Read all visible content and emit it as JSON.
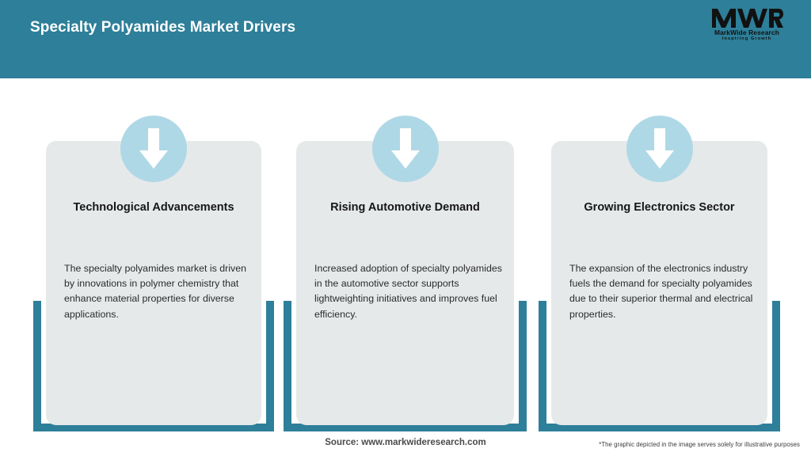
{
  "header": {
    "title": "Specialty Polyamides Market Drivers",
    "background_color": "#2E7F99",
    "title_color": "#FFFFFF"
  },
  "logo": {
    "mark": "MWR",
    "name": "MarkWide Research",
    "tagline": "Inspiring Growth"
  },
  "theme": {
    "accent_teal": "#2E7F99",
    "icon_circle_blue": "#AFD8E6",
    "card_gray": "#E6E9EA",
    "page_background": "#FFFFFF"
  },
  "cards": [
    {
      "icon": "arrow-down-icon",
      "title": "Technological Advancements",
      "description": "The specialty polyamides market is driven by innovations in polymer chemistry that enhance material properties for diverse applications."
    },
    {
      "icon": "arrow-down-icon",
      "title": "Rising Automotive Demand",
      "description": "Increased adoption of specialty polyamides in the automotive sector supports lightweighting initiatives and improves fuel efficiency."
    },
    {
      "icon": "arrow-down-icon",
      "title": "Growing Electronics Sector",
      "description": "The expansion of the electronics industry fuels the demand for specialty polyamides due to their superior thermal and electrical properties."
    }
  ],
  "footer": {
    "source": "Source: www.markwideresearch.com",
    "disclaimer": "*The graphic depicted in the image serves solely for illustrative purposes"
  }
}
